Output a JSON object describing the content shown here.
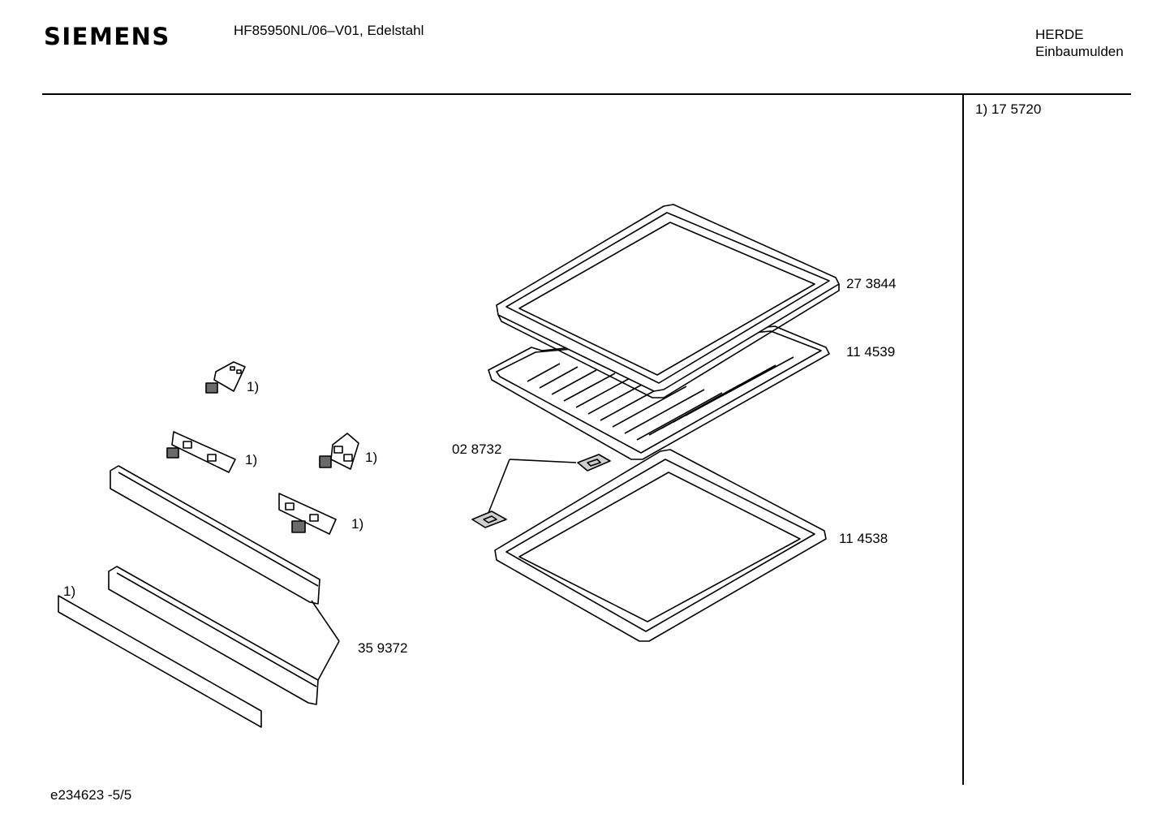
{
  "header": {
    "brand": "SIEMENS",
    "model": "HF85950NL/06–V01, Edelstahl",
    "category_line1": "HERDE",
    "category_line2": "Einbaumulden"
  },
  "side_note": "1)  17 5720",
  "footer": "e234623 -5/5",
  "part_labels": {
    "tray_deep": "27 3844",
    "grill_rack": "11 4539",
    "tray_flat": "11 4538",
    "slide_clip": "02 8732",
    "front_strip": "35 9372"
  },
  "footnote_refs": {
    "hinge_top": "1)",
    "hinge_left": "1)",
    "hinge_right": "1)",
    "hinge_lower": "1)",
    "cover_strip": "1)"
  }
}
